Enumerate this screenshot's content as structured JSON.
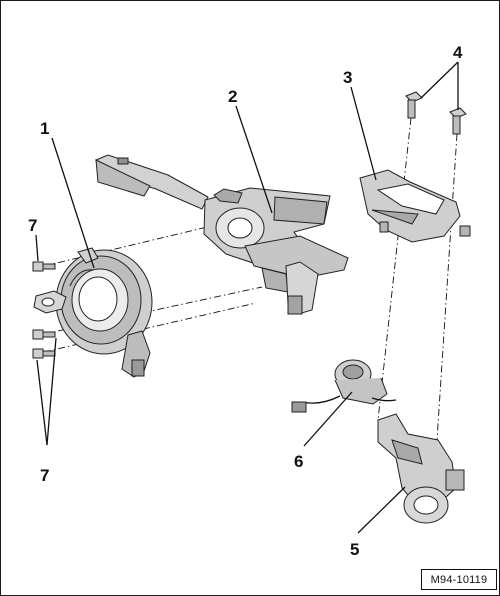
{
  "diagram": {
    "callouts": {
      "c1": "1",
      "c2": "2",
      "c3": "3",
      "c4": "4",
      "c5": "5",
      "c6": "6",
      "c7a": "7",
      "c7b": "7"
    },
    "figure_code": "M94-10119"
  },
  "colors": {
    "part_fill": "#d9d9d9",
    "part_shade": "#a6a6a6",
    "part_dark": "#7a7a7a",
    "line": "#111111"
  }
}
